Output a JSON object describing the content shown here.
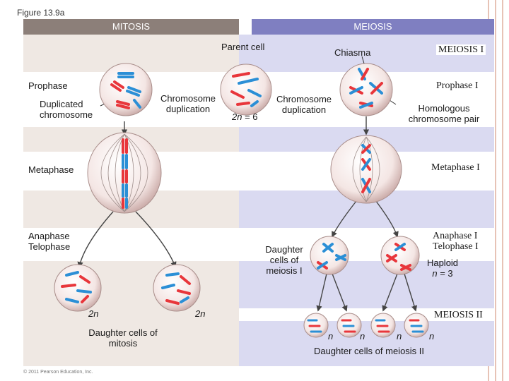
{
  "figure_label": "Figure 13.9a",
  "headers": {
    "mitosis": "MITOSIS",
    "meiosis": "MEIOSIS"
  },
  "labels": {
    "parent_cell": "Parent cell",
    "chiasma": "Chiasma",
    "meiosis_1": "MEIOSIS I",
    "prophase": "Prophase",
    "prophase_1": "Prophase I",
    "duplicated_chromosome": "Duplicated chromosome",
    "chromosome_duplication_left": "Chromosome duplication",
    "chromosome_duplication_right": "Chromosome duplication",
    "two_n_6_var": "2n",
    "two_n_6_val": "= 6",
    "homologous_pair": "Homologous chromosome pair",
    "metaphase": "Metaphase",
    "metaphase_1": "Metaphase I",
    "anaphase_telophase": "Anaphase Telophase",
    "anaphase_1_telophase_1": "Anaphase I Telophase I",
    "daughter_cells_meiosis_1": "Daughter cells of meiosis I",
    "haploid": "Haploid",
    "haploid_n_var": "n",
    "haploid_n_val": "= 3",
    "two_n_left": "2n",
    "two_n_right": "2n",
    "daughter_cells_mitosis": "Daughter cells of mitosis",
    "meiosis_2": "MEIOSIS II",
    "n_1": "n",
    "n_2": "n",
    "n_3": "n",
    "n_4": "n",
    "daughter_cells_meiosis_2": "Daughter cells of meiosis II",
    "copyright": "© 2011 Pearson Education, Inc."
  },
  "colors": {
    "mitosis_header": "#8c7f79",
    "meiosis_header": "#7f7fc1",
    "mitosis_panel": "#efe8e3",
    "meiosis_panel": "#dadaf1",
    "maternal_chromosome": "#e8363b",
    "paternal_chromosome": "#2b8fd6"
  }
}
